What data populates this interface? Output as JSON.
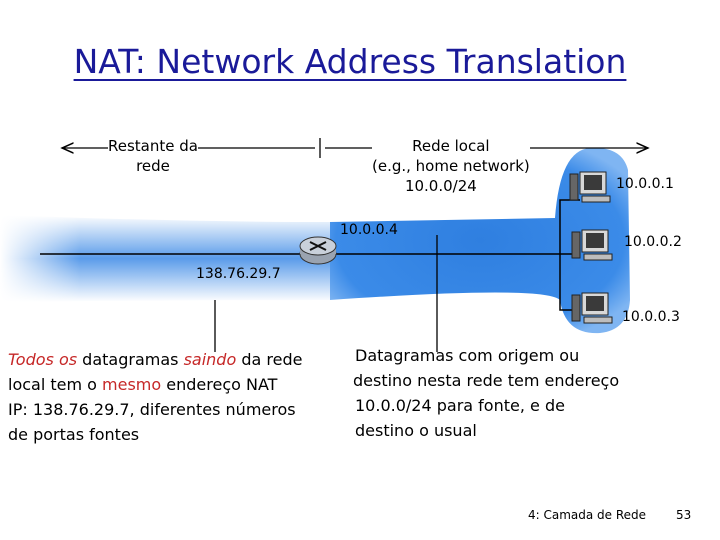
{
  "title": "NAT: Network Address Translation",
  "labels": {
    "restante_line1": "Restante da",
    "restante_line2": "rede",
    "local_line1": "Rede local",
    "local_line2": "(e.g., home network)",
    "local_line3": "10.0.0/24"
  },
  "ips": {
    "router_inside": "10.0.0.4",
    "router_outside": "138.76.29.7",
    "host1": "10.0.0.1",
    "host2": "10.0.0.2",
    "host3": "10.0.0.3"
  },
  "left_text": {
    "l1_a": "Todos os",
    "l1_b": " datagramas ",
    "l1_c": "saindo",
    "l1_d": " da rede",
    "l2_a": "local tem o ",
    "l2_b": "mesmo",
    "l2_c": " endereço NAT",
    "l3": "IP: 138.76.29.7, diferentes números",
    "l4": "de portas fontes"
  },
  "right_text": {
    "l1": "Datagramas com origem ou",
    "l2": "destino nesta rede tem endereço",
    "l3": "10.0.0/24 para fonte, e de",
    "l4": "destino o usual"
  },
  "footer": "4: Camada de Rede",
  "page_number": "53",
  "colors": {
    "title": "#1a1a99",
    "highlight": "#c62828",
    "network_blue": "#2f7fe0"
  }
}
